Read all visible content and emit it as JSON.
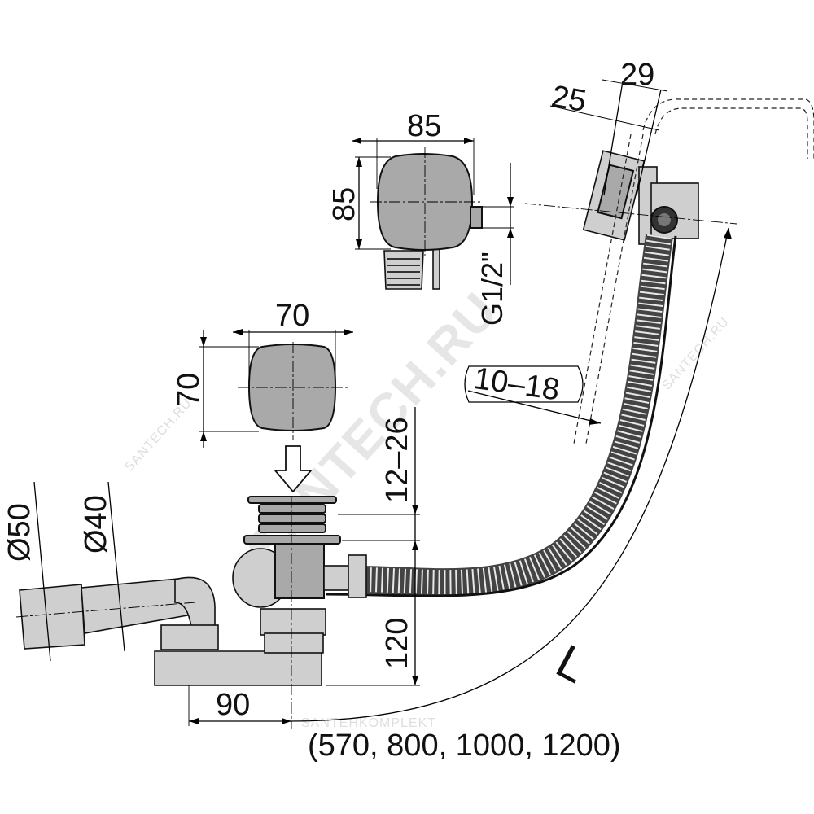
{
  "dimensions": {
    "d29": "29",
    "d25": "25",
    "d85_width": "85",
    "d85_height": "85",
    "thread": "G1/2\"",
    "d70_width": "70",
    "d70_height": "70",
    "range_10_18": "10–18",
    "range_12_26": "12–26",
    "d50": "Ø50",
    "d40": "Ø40",
    "d120": "120",
    "d90": "90",
    "length_symbol": "L",
    "length_options": "(570, 800, 1000, 1200)"
  },
  "watermark": {
    "main": "SANTECH.RU",
    "small": "SANTECH.RU",
    "footer": "SANTEHKOMPLEKT"
  },
  "colors": {
    "line": "#111111",
    "metal": "#a9a9a9",
    "watermark": "#e6e6e6"
  }
}
